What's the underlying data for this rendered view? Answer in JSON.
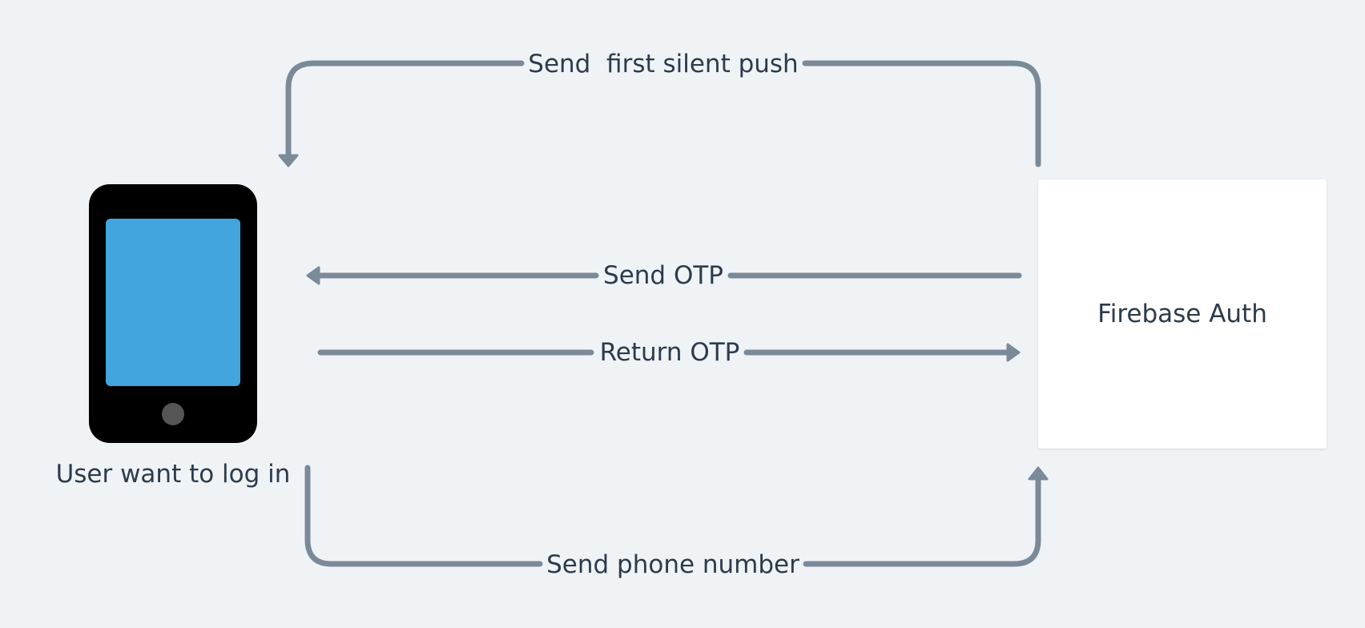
{
  "nodes": {
    "user_device": {
      "label": "User want to log in",
      "icon": "smartphone-icon",
      "body_color": "#000000",
      "screen_color": "#42a5dd",
      "button_color": "#555555"
    },
    "firebase_auth": {
      "label": "Firebase Auth",
      "fill": "#ffffff"
    }
  },
  "edges": [
    {
      "from": "firebase_auth",
      "to": "user_device",
      "label": "Send  first silent push"
    },
    {
      "from": "firebase_auth",
      "to": "user_device",
      "label": "Send OTP"
    },
    {
      "from": "user_device",
      "to": "firebase_auth",
      "label": "Return OTP"
    },
    {
      "from": "user_device",
      "to": "firebase_auth",
      "label": "Send phone number"
    }
  ],
  "colors": {
    "background": "#eff3f6",
    "connector": "#7b8a99",
    "text": "#2d3b4b"
  }
}
